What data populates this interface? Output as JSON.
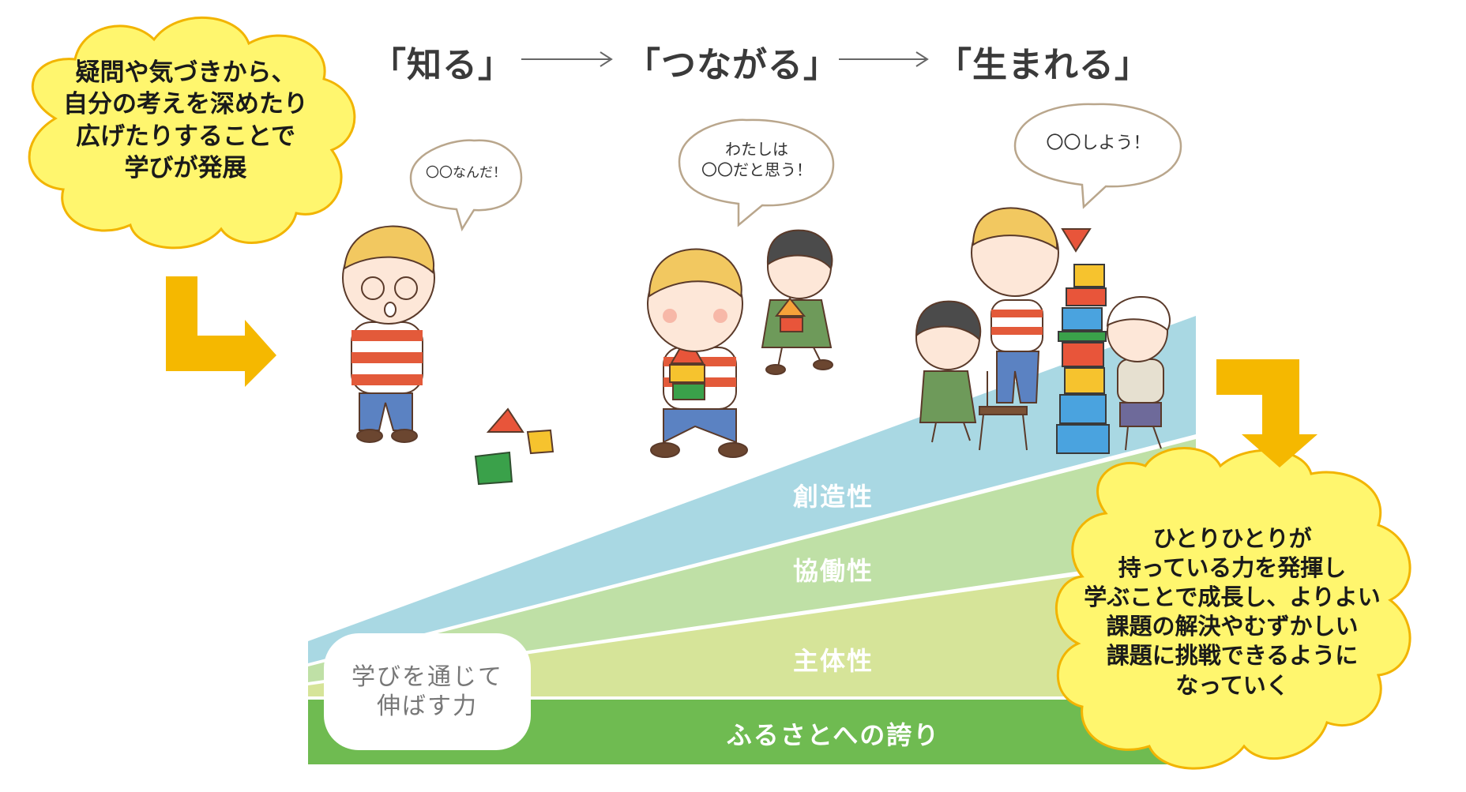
{
  "stages": [
    {
      "label": "「知る」"
    },
    {
      "label": "「つながる」"
    },
    {
      "label": "「生まれる」"
    }
  ],
  "cloud_left": {
    "text": "疑問や気づきから、\n自分の考えを深めたり\n広げたりすることで\n学びが発展"
  },
  "cloud_right": {
    "text": "ひとりひとりが\n持っている力を発揮し\n学ぶことで成長し、よりよい\n課題の解決やむずかしい\n課題に挑戦できるように\nなっていく"
  },
  "speech_bubbles": [
    {
      "text": "〇〇なんだ！"
    },
    {
      "text": "わたしは\n〇〇だと思う！"
    },
    {
      "text": "〇〇しよう！"
    }
  ],
  "layers": [
    {
      "label": "創造性",
      "color": "#a9d8e3"
    },
    {
      "label": "協働性",
      "color": "#bfe0a6"
    },
    {
      "label": "主体性",
      "color": "#d6e499"
    },
    {
      "label": "ふるさとへの誇り",
      "color": "#6fbb51"
    }
  ],
  "caption": {
    "text": "学びを通じて\n伸ばす力"
  },
  "colors": {
    "cloud_fill": "#fff66e",
    "cloud_stroke": "#f2b400",
    "arrow": "#f5b800"
  }
}
